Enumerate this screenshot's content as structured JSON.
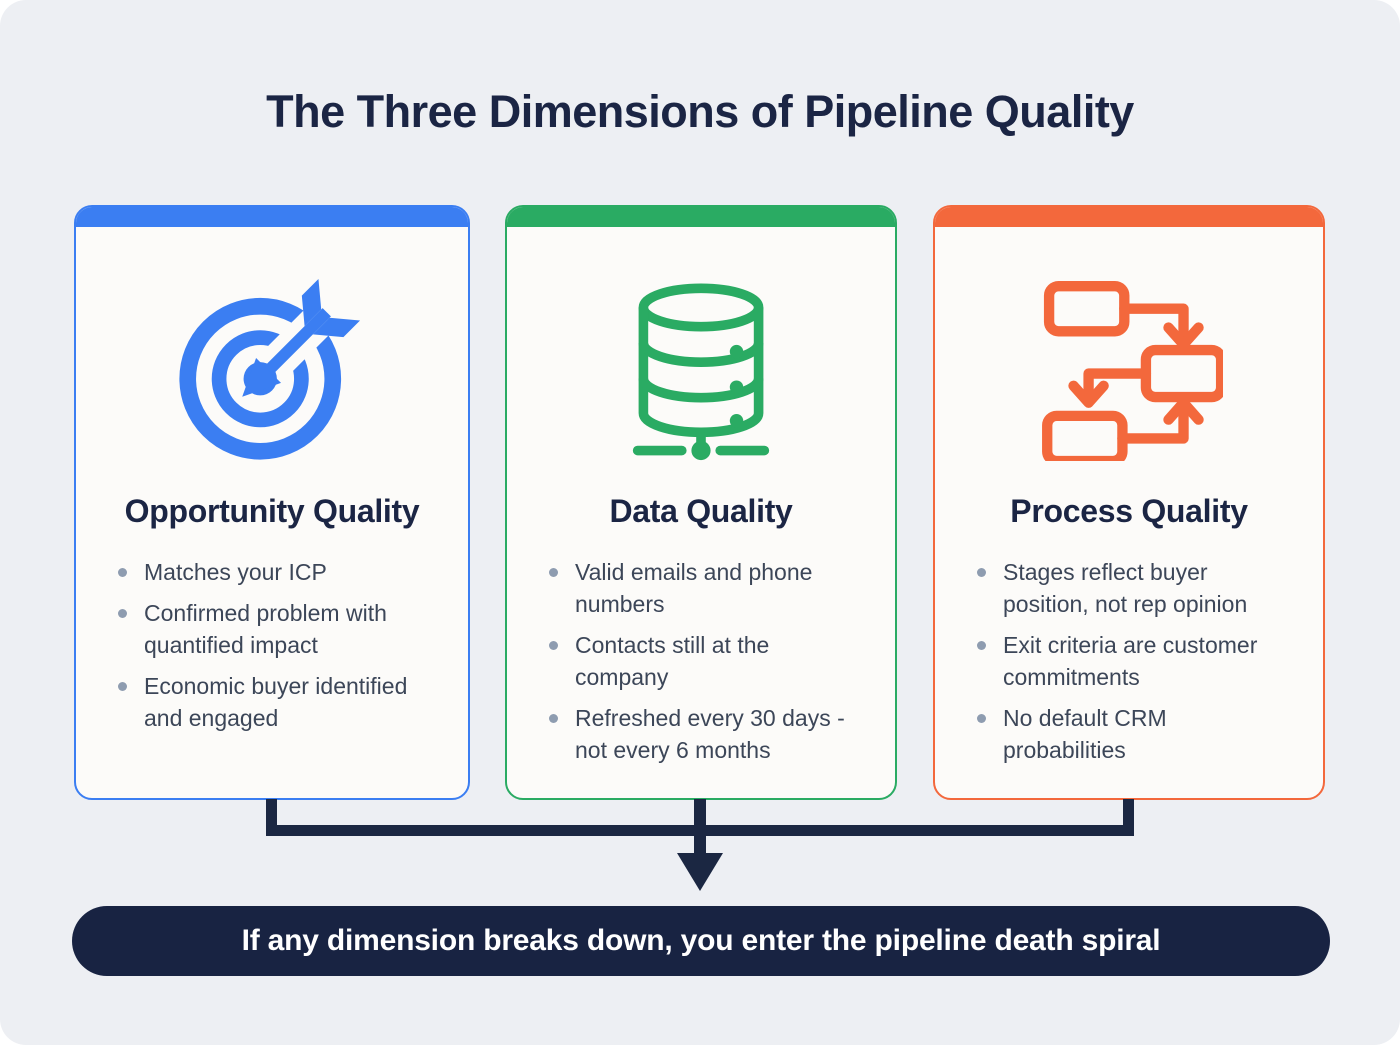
{
  "title": "The Three Dimensions of Pipeline Quality",
  "cards": [
    {
      "heading": "Opportunity Quality",
      "icon": "target-icon",
      "accent_color": "#3b7ef2",
      "bullets": [
        "Matches your ICP",
        "Confirmed problem with quantified impact",
        "Economic buyer identified and engaged"
      ]
    },
    {
      "heading": "Data Quality",
      "icon": "database-icon",
      "accent_color": "#2aab63",
      "bullets": [
        "Valid emails and phone numbers",
        "Contacts still at the company",
        "Refreshed every 30 days - not every 6 months"
      ]
    },
    {
      "heading": "Process Quality",
      "icon": "flowchart-icon",
      "accent_color": "#f3683c",
      "bullets": [
        "Stages reflect buyer position, not rep opinion",
        "Exit criteria are customer commitments",
        "No default CRM probabilities"
      ]
    }
  ],
  "banner": {
    "text": "If any dimension breaks down, you enter the pipeline death spiral",
    "background_color": "#182342"
  },
  "colors": {
    "page_background": "#edeff3",
    "card_background": "#fcfbf9",
    "title_text": "#1b2544",
    "body_text": "#3c4658",
    "bullet_dot": "#8e9cb0",
    "connector": "#1b2742"
  }
}
